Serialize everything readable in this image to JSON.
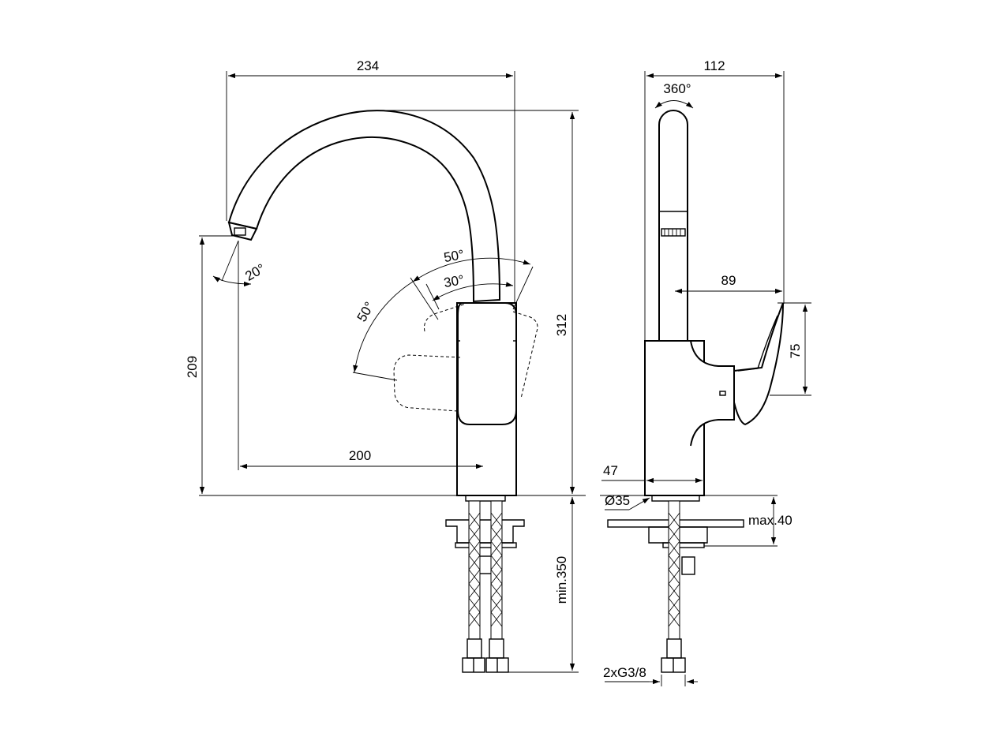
{
  "diagram": {
    "front_view": {
      "width_dim": "234",
      "height_dim": "312",
      "spout_height_dim": "209",
      "reach_dim": "200",
      "below_counter_dim": "min.350",
      "spout_tilt_angle": "20°",
      "lever_angle_outer": "50°",
      "lever_angle_inner": "30°",
      "lever_angle_side": "50°"
    },
    "side_view": {
      "depth_dim": "112",
      "rotation_angle": "360°",
      "lever_reach_dim": "89",
      "lever_height_dim": "75",
      "base_width_dim": "47",
      "hole_diameter": "Ø35",
      "max_thickness": "max.40",
      "connection": "2xG3/8"
    },
    "colors": {
      "line": "#000000",
      "background": "#ffffff"
    }
  }
}
